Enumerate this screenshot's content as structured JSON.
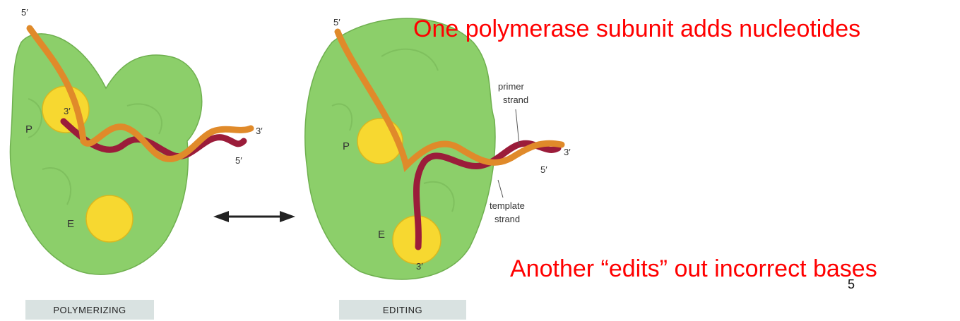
{
  "headline_top": "One polymerase subunit adds nucleotides",
  "headline_bottom": "Another “edits” out incorrect bases",
  "slide_number": "5",
  "panels": {
    "left": {
      "caption": "POLYMERIZING",
      "labels": {
        "five_prime_top": "5′",
        "three_prime_p": "3′",
        "three_prime_end": "3′",
        "five_prime_end": "5′",
        "site_p": "P",
        "site_e": "E"
      }
    },
    "right": {
      "caption": "EDITING",
      "labels": {
        "five_prime_top": "5′",
        "three_prime_end": "3′",
        "five_prime_end": "5′",
        "three_prime_e": "3′",
        "site_p": "P",
        "site_e": "E",
        "primer_strand": [
          "primer",
          "strand"
        ],
        "template_strand": [
          "template",
          "strand"
        ]
      }
    }
  },
  "colors": {
    "protein": "#8ccf6a",
    "site": "#f7d830",
    "primer": "#e08a2a",
    "template": "#9b1c3a",
    "red_text": "#ff0000"
  }
}
